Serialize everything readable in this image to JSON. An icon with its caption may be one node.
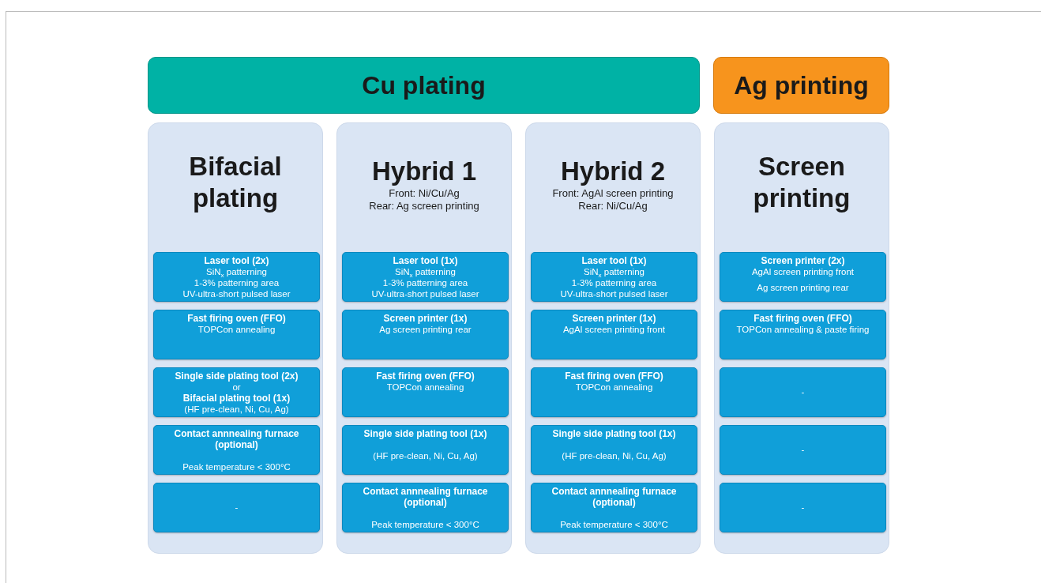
{
  "diagram": {
    "nodes": [
      {
        "text": [
          "Cu plating"
        ]
      },
      {
        "text": [
          "Ag printing"
        ]
      },
      {
        "text": [
          "Bifacial plating"
        ]
      },
      {
        "text": [
          "**Laser tool (2x)**",
          "SiN$_{x}$ patterning",
          "1-3% patterning area",
          "UV-ultra-short pulsed laser"
        ],
        "in": 2
      },
      {
        "text": [
          "**Fast firing oven (FFO)**",
          "TOPCon annealing"
        ],
        "in": 2
      },
      {
        "text": [
          "**Single side plating tool (2x)**",
          "or",
          "**Bifacial plating tool (1x)**",
          "(HF pre-clean, Ni, Cu, Ag)"
        ],
        "in": 2
      },
      {
        "text": [
          "**Contact annnealing furnace (optional)**",
          "Peak temperature < 300°C"
        ],
        "in": 2
      },
      {
        "text": [
          "-"
        ],
        "in": 2
      },
      {
        "text": [
          "Hybrid 1",
          "Front: Ni/Cu/Ag",
          "Rear: Ag screen printing"
        ]
      },
      {
        "text": [
          "**Laser tool (1x)**",
          "SiN$_{x}$ patterning",
          "1-3% patterning area",
          "UV-ultra-short pulsed laser"
        ],
        "in": 8
      },
      {
        "text": [
          "**Screen printer (1x)**",
          "Ag screen printing rear"
        ],
        "in": 8
      },
      {
        "text": [
          "**Fast firing oven (FFO)**",
          "TOPCon annealing"
        ],
        "in": 8
      },
      {
        "text": [
          "**Single side plating tool (1x)**",
          "(HF pre-clean, Ni, Cu, Ag)"
        ],
        "in": 8
      },
      {
        "text": [
          "**Contact annnealing furnace (optional)**",
          "Peak temperature < 300°C"
        ],
        "in": 8
      },
      {
        "text": [
          "Hybrid 2",
          "Front: AgAl screen printing",
          "Rear: Ni/Cu/Ag"
        ]
      },
      {
        "text": [
          "**Laser tool (1x)**",
          "SiN$_{x}$ patterning",
          "1-3% patterning area",
          "UV-ultra-short pulsed laser"
        ],
        "in": 14
      },
      {
        "text": [
          "**Screen printer (1x)**",
          "AgAl screen printing front"
        ],
        "in": 14
      },
      {
        "text": [
          "**Fast firing oven (FFO)**",
          "TOPCon annealing"
        ],
        "in": 14
      },
      {
        "text": [
          "**Single side plating tool (1x)**",
          "(HF pre-clean, Ni, Cu, Ag)"
        ],
        "in": 14
      },
      {
        "text": [
          "**Contact annnealing furnace (optional)**",
          "Peak temperature < 300°C"
        ],
        "in": 14
      },
      {
        "text": [
          "Screen printing"
        ]
      },
      {
        "text": [
          "**Screen printer (2x)**",
          "AgAl screen printing front",
          "Ag screen printing rear"
        ],
        "in": 20
      },
      {
        "text": [
          "**Fast firing oven (FFO)**",
          "TOPCon annealing & paste firing"
        ],
        "in": 20
      },
      {
        "text": [
          "-"
        ],
        "in": 20
      },
      {
        "text": [
          "-"
        ],
        "in": 20
      },
      {
        "text": [
          "-"
        ],
        "in": 20
      }
    ],
    "edges": []
  }
}
